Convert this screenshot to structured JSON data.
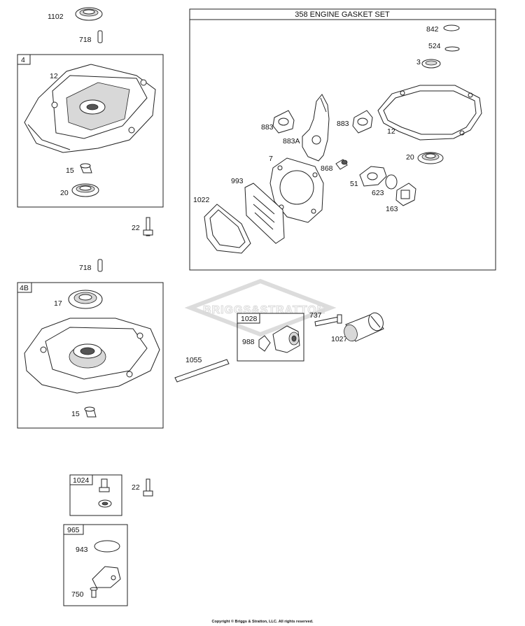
{
  "gasket_set": {
    "title": "358 ENGINE GASKET SET"
  },
  "boxes": {
    "b4": "4",
    "b4b": "4B",
    "b1028": "1028",
    "b1024": "1024",
    "b965": "965"
  },
  "labels": {
    "l1102": "1102",
    "l718a": "718",
    "l12a": "12",
    "l15a": "15",
    "l20a": "20",
    "l22a": "22",
    "l718b": "718",
    "l17": "17",
    "l15b": "15",
    "l1055": "1055",
    "l22b": "22",
    "l943": "943",
    "l750": "750",
    "l842": "842",
    "l524": "524",
    "l3": "3",
    "l883a": "883",
    "l883A": "883A",
    "l883b": "883",
    "l12b": "12",
    "l7": "7",
    "l993": "993",
    "l868": "868",
    "l20b": "20",
    "l51": "51",
    "l623": "623",
    "l163": "163",
    "l1022": "1022",
    "l737": "737",
    "l988": "988",
    "l1027": "1027"
  },
  "copyright": "Copyright © Briggs & Stratton, LLC. All rights reserved."
}
